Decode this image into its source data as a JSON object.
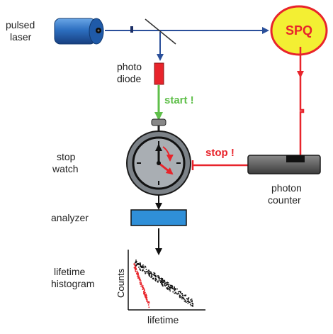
{
  "labels": {
    "pulsed": "pulsed",
    "laser": "laser",
    "sample": "SPQ",
    "photo": "photo",
    "diode": "diode",
    "start": "start !",
    "stop_signal": "stop !",
    "stop": "stop",
    "watch": "watch",
    "photon": "photon",
    "counter": "counter",
    "analyzer": "analyzer",
    "lifetime": "lifetime",
    "histogram": "histogram",
    "y_axis": "Counts",
    "x_axis": "lifetime"
  },
  "colors": {
    "laser_beam": "#2a4f9a",
    "laser_body": "#2d6fc0",
    "sample_fill": "#f3ef33",
    "sample_text": "#e8242b",
    "fluorescence": "#e8242b",
    "photodiode": "#e8242b",
    "start_signal": "#5fbf4a",
    "stop_signal": "#e8242b",
    "stopwatch_face": "#a9aeb3",
    "counter_body": "#555555",
    "analyzer": "#2f8fd8",
    "histogram_fast": "#e8242b",
    "histogram_slow": "#111111"
  },
  "icons": {
    "laser": "pulsed-laser-icon",
    "stopwatch": "stopwatch-icon",
    "counter": "photon-counter-icon",
    "analyzer": "analyzer-box-icon"
  }
}
